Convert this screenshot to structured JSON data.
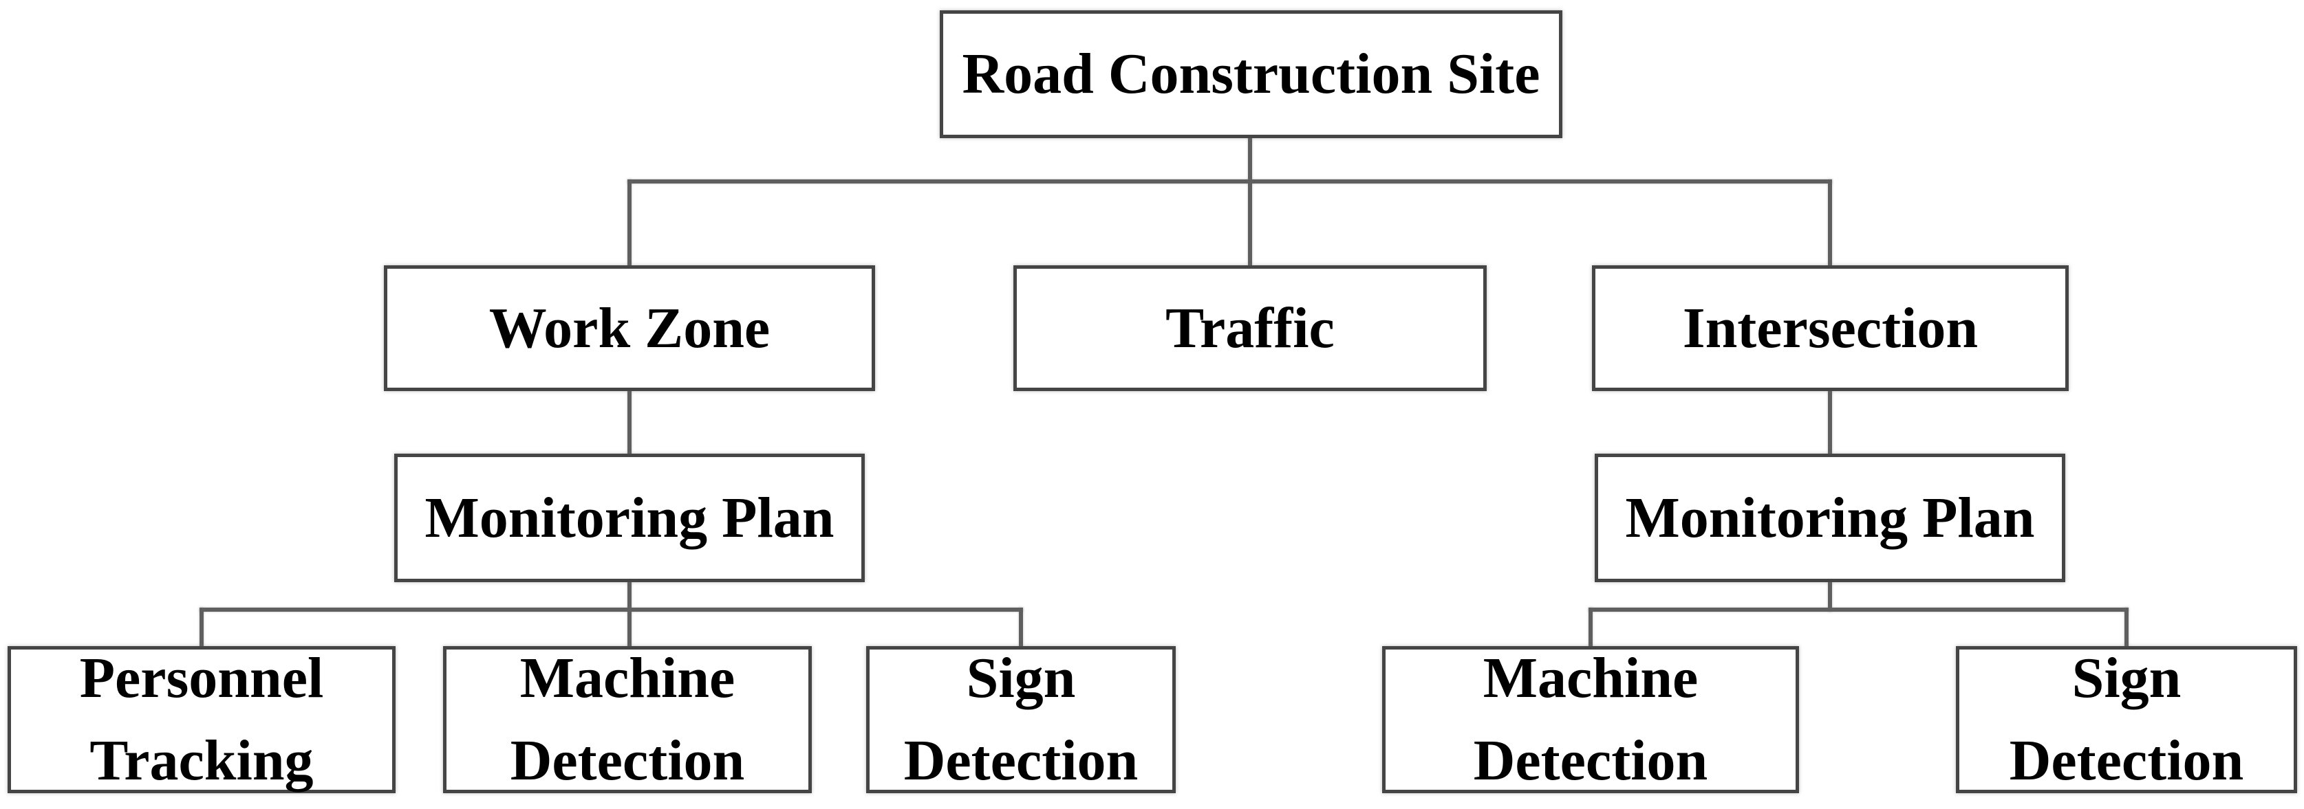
{
  "diagram": {
    "type": "tree",
    "title": "Road Construction Site",
    "nodes": {
      "root": {
        "label": "Road Construction Site"
      },
      "work_zone": {
        "label": "Work Zone"
      },
      "traffic": {
        "label": "Traffic"
      },
      "intersection": {
        "label": "Intersection"
      },
      "monitoring_plan_left": {
        "label": "Monitoring Plan"
      },
      "monitoring_plan_right": {
        "label": "Monitoring Plan"
      },
      "personnel_tracking": {
        "lines": [
          "Personnel",
          "Tracking"
        ]
      },
      "machine_detection_left": {
        "lines": [
          "Machine",
          "Detection"
        ]
      },
      "sign_detection_left": {
        "lines": [
          "Sign",
          "Detection"
        ]
      },
      "machine_detection_right": {
        "lines": [
          "Machine",
          "Detection"
        ]
      },
      "sign_detection_right": {
        "lines": [
          "Sign",
          "Detection"
        ]
      }
    },
    "hierarchy": {
      "label": "Road Construction Site",
      "children": [
        {
          "label": "Work Zone",
          "children": [
            {
              "label": "Monitoring Plan",
              "children": [
                {
                  "label": "Personnel Tracking"
                },
                {
                  "label": "Machine Detection"
                },
                {
                  "label": "Sign Detection"
                }
              ]
            }
          ]
        },
        {
          "label": "Traffic",
          "children": []
        },
        {
          "label": "Intersection",
          "children": [
            {
              "label": "Monitoring Plan",
              "children": [
                {
                  "label": "Machine Detection"
                },
                {
                  "label": "Sign Detection"
                }
              ]
            }
          ]
        }
      ]
    }
  },
  "colors": {
    "border": "#454545",
    "connector": "#5f5f5f",
    "text": "#000000",
    "background": "#ffffff"
  }
}
